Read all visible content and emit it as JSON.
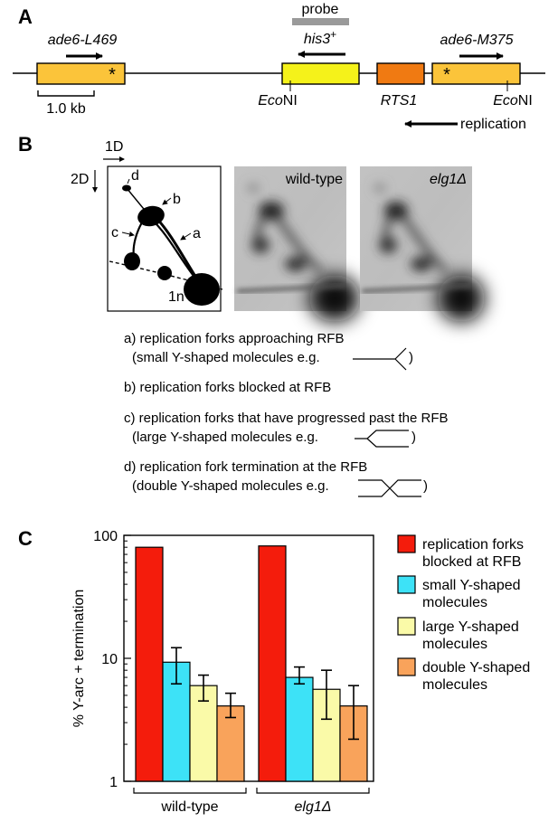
{
  "panel_a": {
    "label": "A",
    "probe_label": "probe",
    "his3_label": "his3",
    "his3_sup": "+",
    "ade6_left_label": "ade6-L469",
    "ade6_right_label": "ade6-M375",
    "scale_label": "1.0 kb",
    "rts1_label": "RTS1",
    "econi_left_it": "Eco",
    "econi_left_rest": "NI",
    "econi_right_it": "Eco",
    "econi_right_rest": "NI",
    "replication_label": "replication",
    "star": "*",
    "colors": {
      "ade6": "#fbc43a",
      "his3": "#f5f21a",
      "rts1": "#f07a12",
      "probe": "#9a9a9a"
    }
  },
  "panel_b": {
    "label": "B",
    "dim1": "1D",
    "dim2": "2D",
    "spot_labels": {
      "a": "a",
      "b": "b",
      "c": "c",
      "d": "d",
      "n": "1n"
    },
    "gel_left_label": "wild-type",
    "gel_right_label": "elg1Δ",
    "legend": {
      "a1": "a) replication forks approaching RFB",
      "a2": "(small Y-shaped molecules e.g.",
      "b1": "b) replication forks blocked at RFB",
      "c1": "c) replication forks that have progressed past the RFB",
      "c2": "(large Y-shaped molecules e.g.",
      "d1": "d) replication fork termination at the RFB",
      "d2": "(double Y-shaped molecules e.g.",
      "close": ")"
    }
  },
  "panel_c": {
    "label": "C",
    "chart_data": {
      "type": "bar",
      "ylabel": "% Y-arc + termination",
      "yscale": "log",
      "ylim": [
        1,
        100
      ],
      "yticks": [
        "1",
        "10",
        "100"
      ],
      "groups": [
        "wild-type",
        "elg1Δ"
      ],
      "series": [
        {
          "name": "replication forks blocked at RFB",
          "color": "#f41c0c",
          "values": [
            80,
            82
          ],
          "err": [
            null,
            null
          ]
        },
        {
          "name": "small Y-shaped molecules",
          "color": "#3de2f7",
          "values": [
            9.3,
            7.0
          ],
          "err": [
            [
              6.2,
              12.2
            ],
            [
              6.2,
              8.5
            ]
          ]
        },
        {
          "name": "large Y-shaped molecules",
          "color": "#fafaa8",
          "values": [
            6.0,
            5.6
          ],
          "err": [
            [
              4.5,
              7.3
            ],
            [
              3.2,
              8.0
            ]
          ]
        },
        {
          "name": "double Y-shaped molecules",
          "color": "#f9a35b",
          "values": [
            4.1,
            4.1
          ],
          "err": [
            [
              3.3,
              5.2
            ],
            [
              2.2,
              6.0
            ]
          ]
        }
      ],
      "legend_lines": [
        [
          "replication forks",
          "blocked at RFB"
        ],
        [
          "small Y-shaped",
          "molecules"
        ],
        [
          "large Y-shaped",
          "molecules"
        ],
        [
          "double Y-shaped",
          "molecules"
        ]
      ],
      "legend_position": "right"
    }
  }
}
